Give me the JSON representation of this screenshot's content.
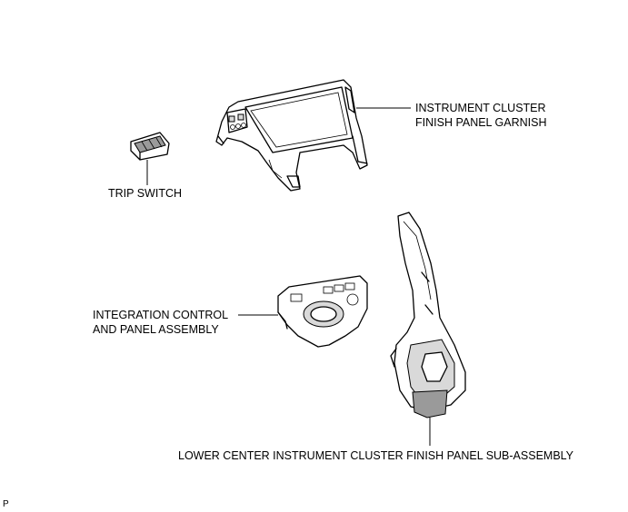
{
  "labels": {
    "cluster_garnish": "INSTRUMENT CLUSTER\nFINISH PANEL GARNISH",
    "trip_switch": "TRIP SWITCH",
    "integration_panel": "INTEGRATION CONTROL\nAND PANEL ASSEMBLY",
    "lower_center": "LOWER CENTER INSTRUMENT CLUSTER FINISH PANEL SUB-ASSEMBLY"
  },
  "footer": {
    "code": "P"
  }
}
